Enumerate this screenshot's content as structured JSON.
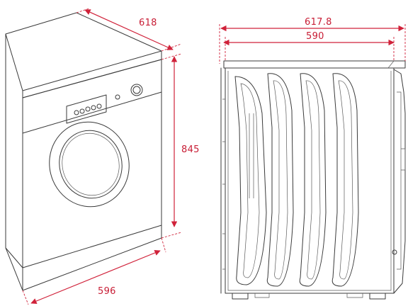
{
  "front_view": {
    "depth_label": "618",
    "height_label": "845",
    "width_label": "596"
  },
  "side_view": {
    "overall_depth_label": "617.8",
    "body_depth_label": "590"
  },
  "colors": {
    "dimension": "#d0223a",
    "outline": "#3a3a3a"
  }
}
